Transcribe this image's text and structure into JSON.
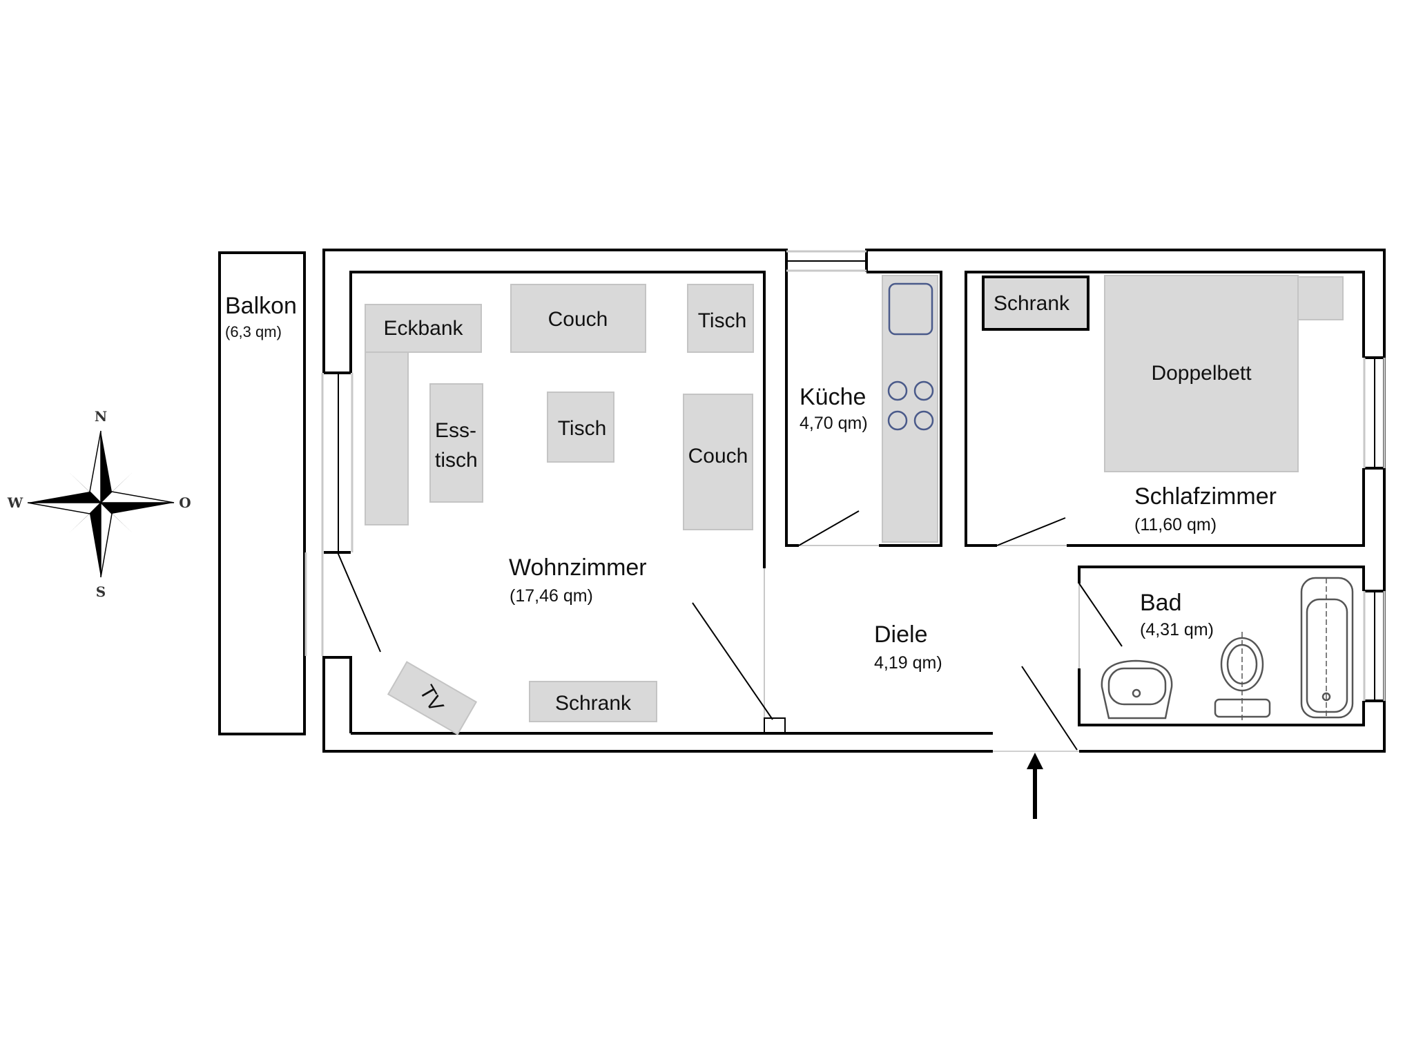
{
  "plan": {
    "rooms": {
      "balkon": {
        "name": "Balkon",
        "area": "(6,3 qm)"
      },
      "wohnzimmer": {
        "name": "Wohnzimmer",
        "area": "(17,46 qm)"
      },
      "kueche": {
        "name": "Küche",
        "area": "4,70 qm)"
      },
      "schlafzimmer": {
        "name": "Schlafzimmer",
        "area": "(11,60 qm)"
      },
      "diele": {
        "name": "Diele",
        "area": "4,19 qm)"
      },
      "bad": {
        "name": "Bad",
        "area": "(4,31 qm)"
      }
    },
    "furniture": {
      "eckbank": "Eckbank",
      "couch_top": "Couch",
      "tisch_top": "Tisch",
      "esstisch_line1": "Ess-",
      "esstisch_line2": "tisch",
      "tisch_center": "Tisch",
      "couch_right": "Couch",
      "tv": "TV",
      "schrank_wohn": "Schrank",
      "schrank_schlaf": "Schrank",
      "doppelbett": "Doppelbett"
    },
    "compass": {
      "n": "N",
      "s": "S",
      "w": "W",
      "o": "O"
    },
    "entrance_arrow": "entrance-arrow"
  }
}
